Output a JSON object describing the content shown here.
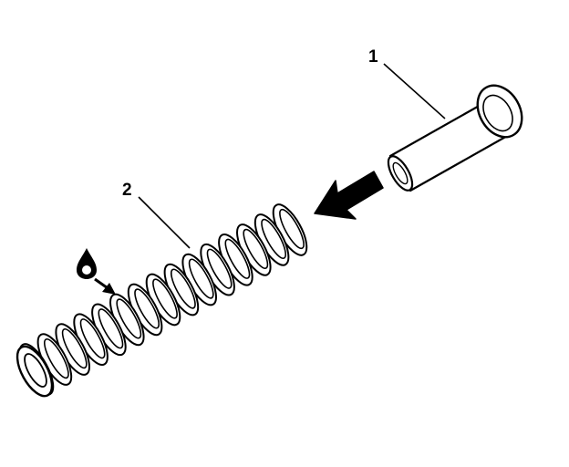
{
  "callouts": [
    {
      "label": "1",
      "part": "pin"
    },
    {
      "label": "2",
      "part": "spring"
    }
  ],
  "symbols": {
    "arrow": "arrow-left-icon",
    "lubricant": "oil-drop-icon"
  },
  "colors": {
    "ink": "#000000",
    "paper": "#ffffff"
  }
}
